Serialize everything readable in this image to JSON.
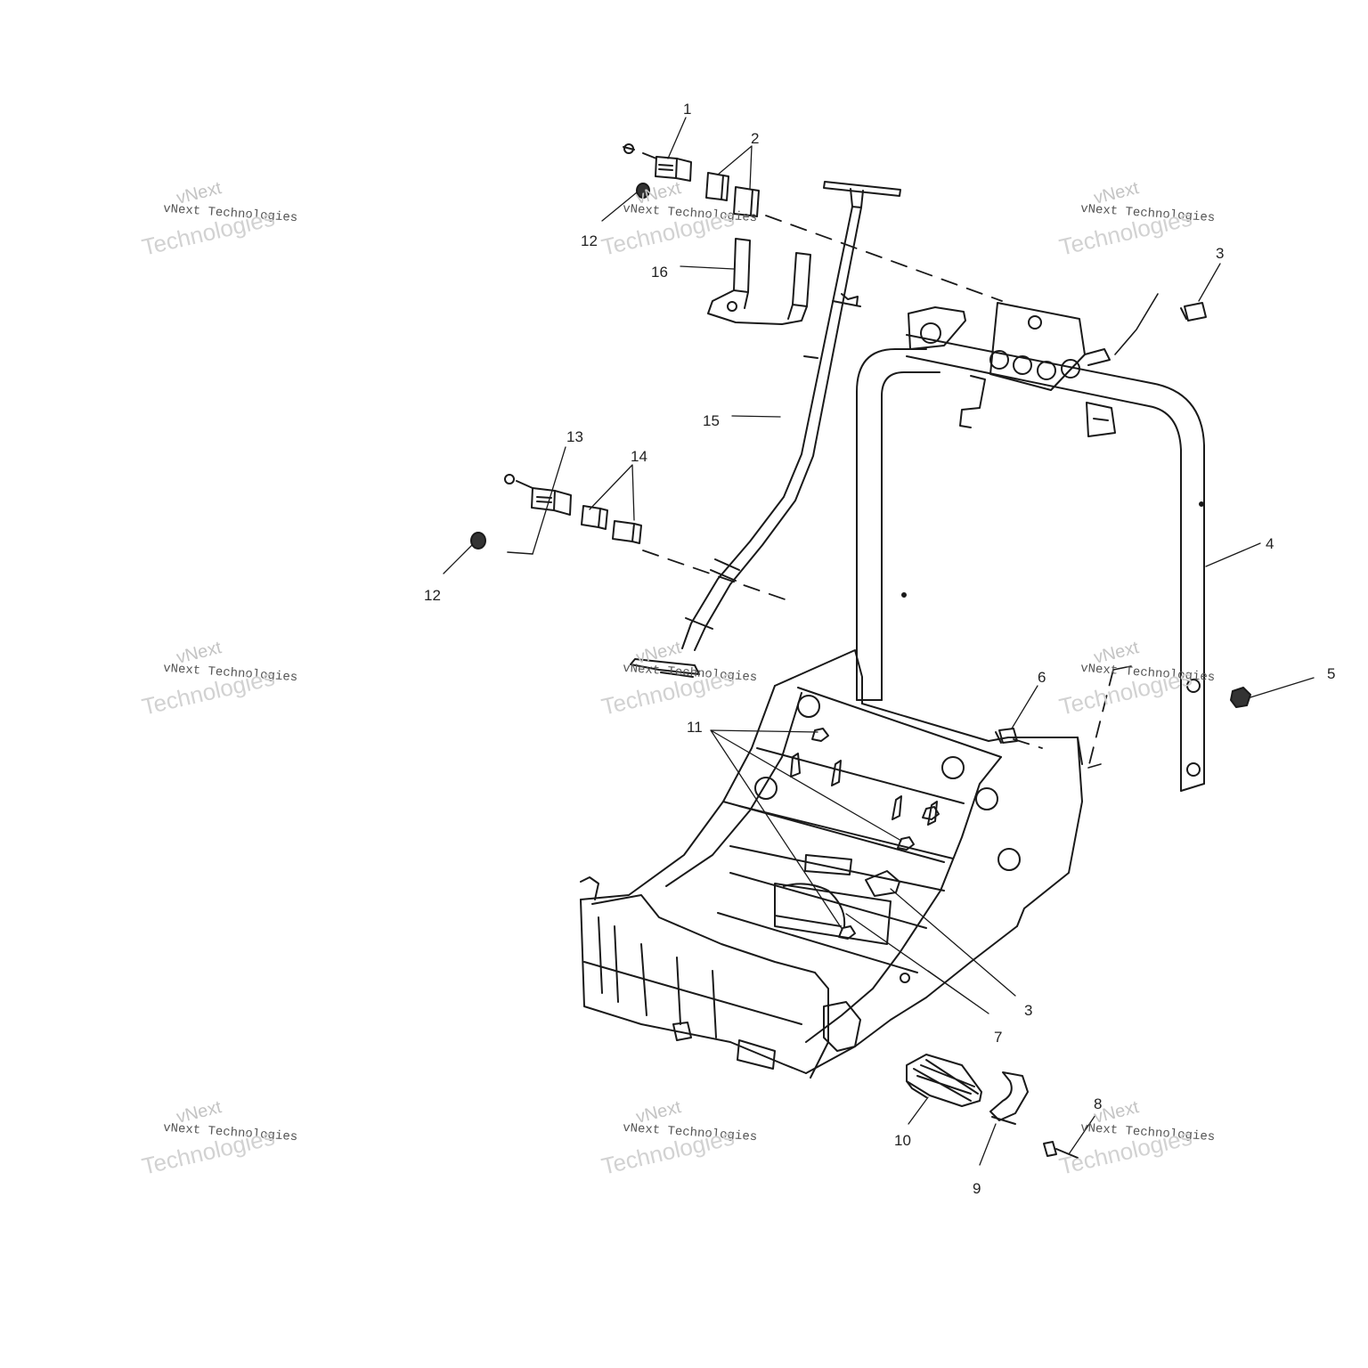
{
  "callouts": {
    "c1": "1",
    "c2": "2",
    "c3a": "3",
    "c3b": "3",
    "c4": "4",
    "c5": "5",
    "c6": "6",
    "c7": "7",
    "c8": "8",
    "c9": "9",
    "c10": "10",
    "c11": "11",
    "c12a": "12",
    "c12b": "12",
    "c13": "13",
    "c14": "14",
    "c15": "15",
    "c16": "16"
  },
  "watermark": {
    "line1": "vNext",
    "line2": "vNext Technologies",
    "line3": "Technologies"
  },
  "colors": {
    "line": "#1a1a1a",
    "watermark": "#c8c8c8",
    "fill": "#ffffff"
  }
}
